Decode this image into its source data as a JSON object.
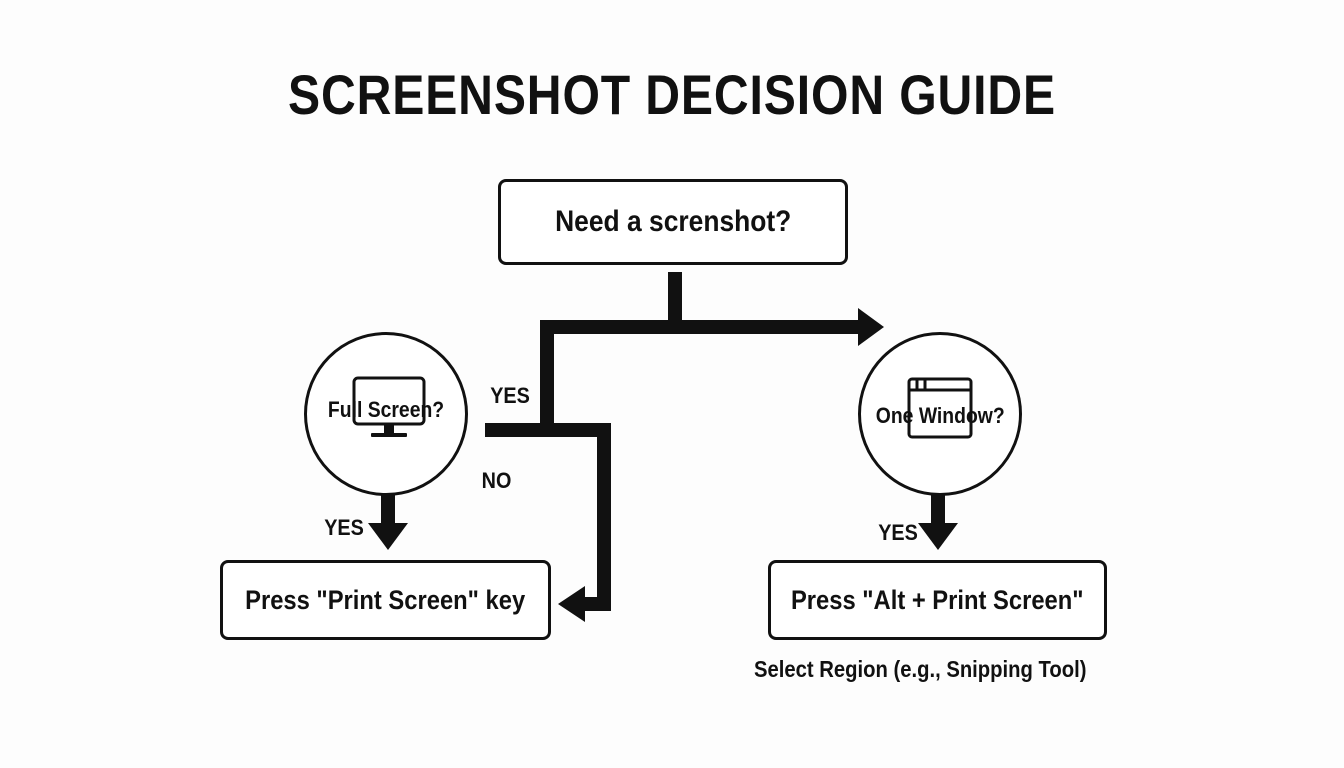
{
  "title": "SCREENSHOT DECISION GUIDE",
  "nodes": {
    "start": "Need a screnshot?",
    "full_screen": "Full Screen?",
    "one_window": "One Window?",
    "print_screen": "Press \"Print Screen\" key",
    "alt_print_screen": "Press \"Alt + Print Screen\"",
    "select_region": "Select Region (e.g., Snipping Tool)"
  },
  "edges": {
    "yes_top": "YES",
    "no": "NO",
    "yes_left": "YES",
    "yes_right": "YES"
  },
  "icons": {
    "full_screen": "monitor-icon",
    "one_window": "window-icon"
  }
}
